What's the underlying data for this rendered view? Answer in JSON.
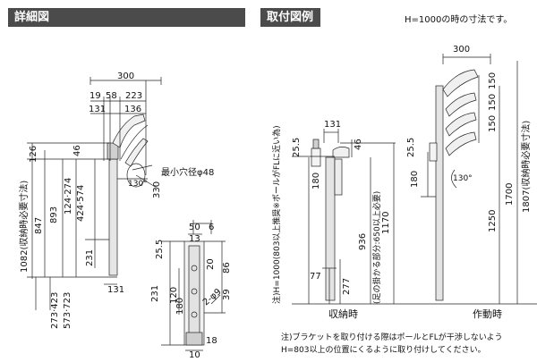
{
  "headers": {
    "detail": "詳細図",
    "install": "取付図例"
  },
  "top_note": "H=1000の時の寸法です。",
  "detail": {
    "top_dims": [
      "300",
      "19",
      "58",
      "223",
      "131",
      "136"
    ],
    "side_dims": [
      "126",
      "46",
      "124·274",
      "424·574",
      "231",
      "273·423",
      "573·723",
      "893",
      "847"
    ],
    "outer_label": "1082(収納時必要寸法)",
    "bottom_dim": "131",
    "angle": "130°",
    "hole_dim": "330",
    "hole_label": "最小穴径φ48"
  },
  "bracket": {
    "dims": [
      "50",
      "6",
      "13",
      "25.5",
      "180",
      "120",
      "231",
      "20",
      "86",
      "39",
      "18",
      "10"
    ],
    "hole_label": "2-φ9"
  },
  "install": {
    "stored_dims": [
      "131",
      "46",
      "25.5",
      "180",
      "77",
      "277",
      "936",
      "1170"
    ],
    "note_v": "注)H=1000(803以上推奨※ポールがFLに近い為)",
    "note2_v": "(足の掛かる部分:650以上必要)",
    "stored_label": "収納時",
    "work_dims": [
      "300",
      "150",
      "150",
      "150",
      "25.5",
      "180",
      "1250",
      "1700"
    ],
    "work_outer": "1807(収納時必要寸法)",
    "work_angle": "130°",
    "work_label": "作動時"
  },
  "footnote": [
    "注)ブラケットを取り付ける際はポールとFLが干渉しないよう",
    "H=803以上の位置にくるように取り付けしてください。"
  ]
}
